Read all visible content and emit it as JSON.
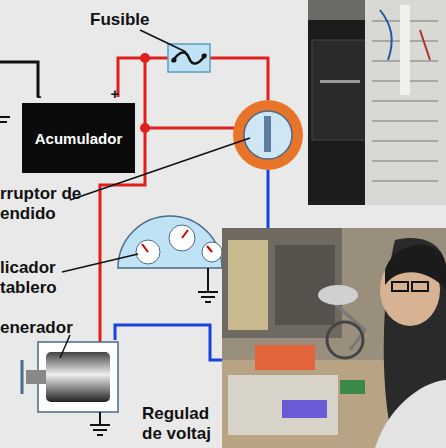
{
  "diagram": {
    "nodes": [
      {
        "text": [
          "Acumulador"
        ]
      }
    ],
    "edges": [],
    "labels": [
      "Fusible",
      "rruptor de endido",
      "licador tablero",
      "enerador",
      "Regulad de voltaj",
      "-",
      "+"
    ]
  }
}
